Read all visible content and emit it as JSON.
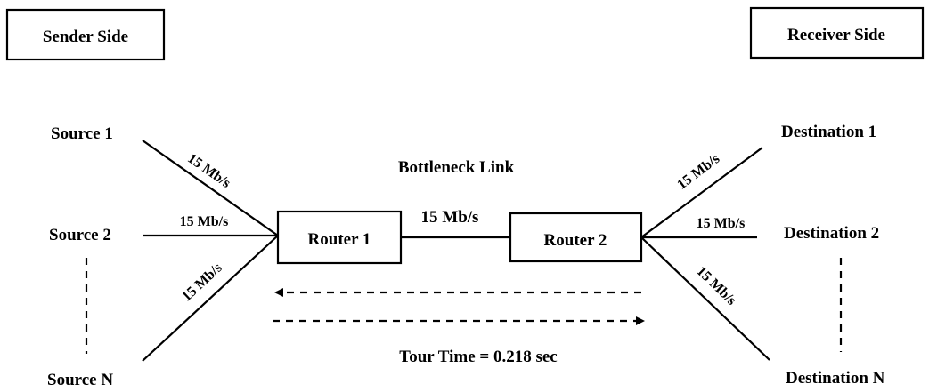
{
  "headers": {
    "sender": "Sender Side",
    "receiver": "Receiver Side"
  },
  "sources": {
    "s1": "Source 1",
    "s2": "Source 2",
    "sn": "Source N"
  },
  "destinations": {
    "d1": "Destination 1",
    "d2": "Destination 2",
    "dn": "Destination N"
  },
  "routers": {
    "r1": "Router 1",
    "r2": "Router 2"
  },
  "bottleneck_label": "Bottleneck Link",
  "links": {
    "src1": "15 Mb/s",
    "src2": "15 Mb/s",
    "srcn": "15 Mb/s",
    "bottleneck": "15 Mb/s",
    "dst1": "15 Mb/s",
    "dst2": "15 Mb/s",
    "dstn": "15 Mb/s"
  },
  "tour_time": "Tour Time = 0.218 sec"
}
